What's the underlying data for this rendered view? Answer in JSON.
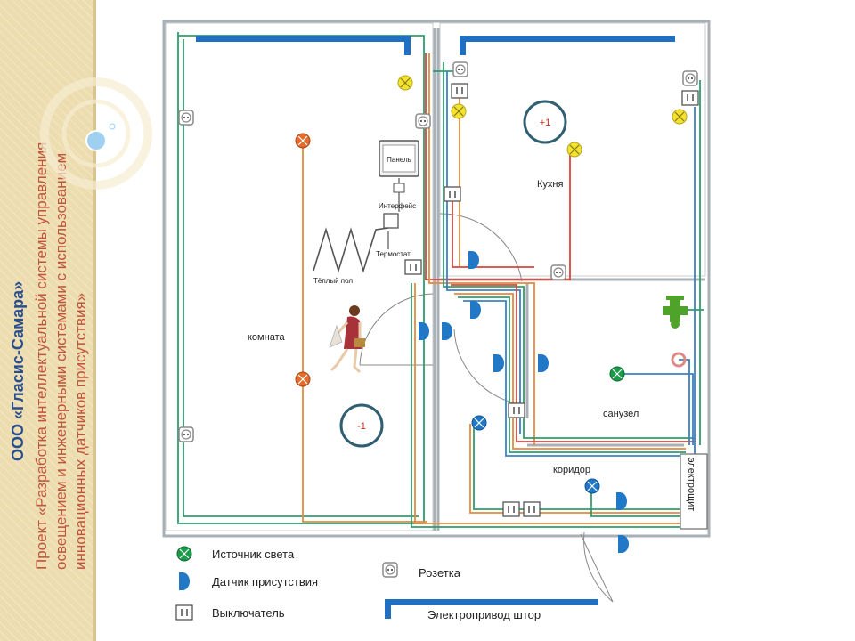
{
  "company": "ООО «Гласис-Самара»",
  "subtitle_lines": [
    "Проект «Разработка интеллектуальной системы управления",
    "освещением и инженерными системами с использованием",
    "инновационных датчиков присутствия»"
  ],
  "rooms": {
    "room": "комната",
    "kitchen": "Кухня",
    "bathroom": "санузел",
    "corridor": "коридор"
  },
  "devices": {
    "panel": "Панель",
    "interface": "Интерфейс",
    "thermostat": "Термостат",
    "warm_floor": "Тёплый пол",
    "electric_cabinet": "электрощит"
  },
  "levels": {
    "upper": "+1",
    "lower": "-1"
  },
  "legend": {
    "light_source": "Источник света",
    "presence_sensor": "Датчик присутствия",
    "switch": "Выключатель",
    "socket": "Розетка",
    "curtain_drive": "Электропривод штор"
  },
  "colors": {
    "sidebar": "#ecdcae",
    "title": "#2a4f8f",
    "subtitle": "#c0533b",
    "wall": "#a9b1b6",
    "curtain": "#1f6fc4",
    "sensor": "#2178c6",
    "light_orange": "#e36b2d",
    "light_yellow": "#f2e332",
    "light_green": "#1a9a4a",
    "wire_green": "#2e9e6e",
    "wire_orange": "#e58a3c",
    "wire_red": "#d9463e",
    "wire_blue": "#3b82c4",
    "level_circle": "#2e5f72",
    "level_text": "#cc2a1f"
  },
  "icons": [
    "light-source-icon",
    "presence-sensor-icon",
    "switch-icon",
    "socket-icon",
    "curtain-drive-icon",
    "valve-icon",
    "woman-figure-icon"
  ]
}
